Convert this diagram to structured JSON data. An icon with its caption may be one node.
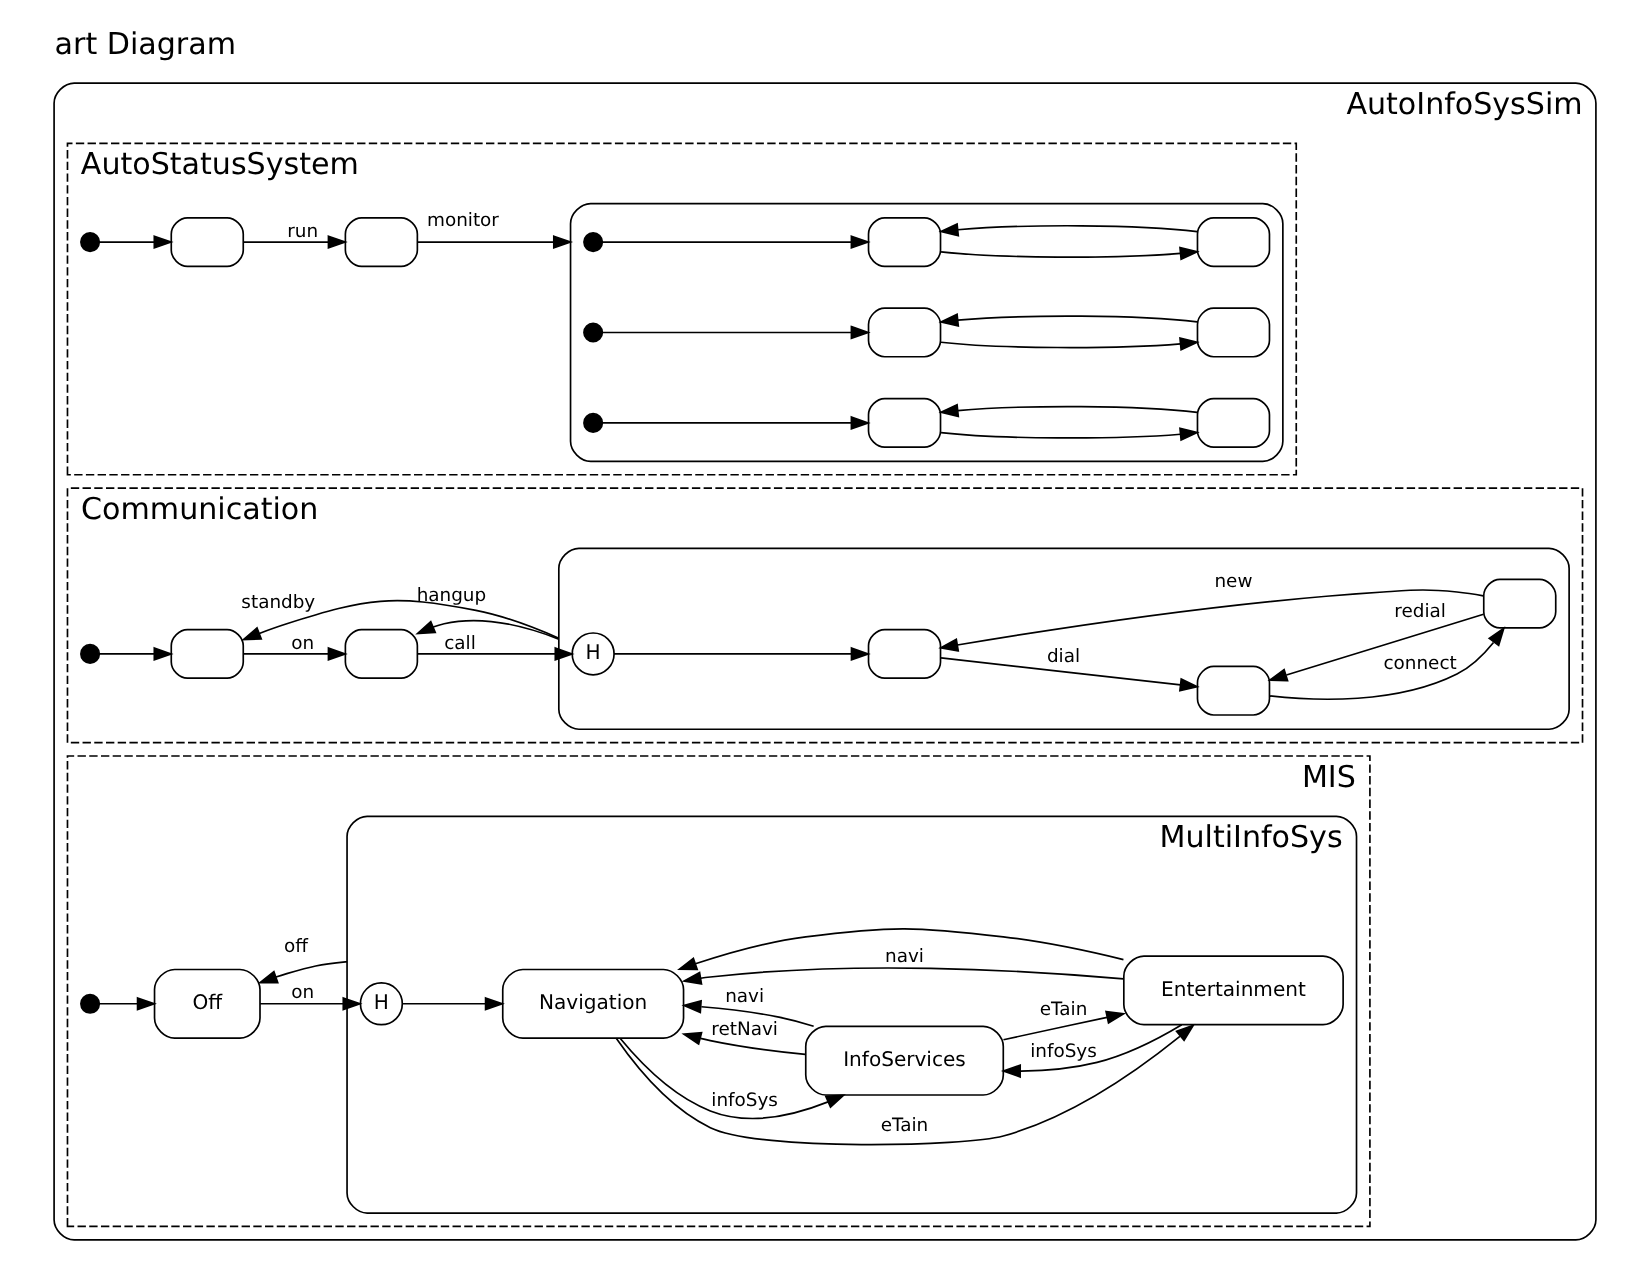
{
  "diagram": {
    "title": "art Diagram",
    "nodes": [
      {
        "text": [
          "AutoInfoSysSim"
        ]
      },
      {
        "text": [
          "AutoStatusSystem"
        ],
        "in": 0
      },
      {
        "text": [],
        "shape": "circle",
        "in": 1
      },
      {
        "text": [],
        "shape": "box",
        "in": 1
      },
      {
        "text": [],
        "shape": "box",
        "in": 1
      },
      {
        "text": [],
        "shape": "box",
        "in": 1
      },
      {
        "text": [],
        "shape": "circle",
        "in": 5
      },
      {
        "text": [],
        "shape": "box",
        "in": 5
      },
      {
        "text": [],
        "shape": "box",
        "in": 5
      },
      {
        "text": [],
        "shape": "circle",
        "in": 5
      },
      {
        "text": [],
        "shape": "box",
        "in": 5
      },
      {
        "text": [],
        "shape": "box",
        "in": 5
      },
      {
        "text": [],
        "shape": "circle",
        "in": 5
      },
      {
        "text": [],
        "shape": "box",
        "in": 5
      },
      {
        "text": [],
        "shape": "box",
        "in": 5
      },
      {
        "text": [
          "Communication"
        ],
        "in": 0
      },
      {
        "text": [],
        "shape": "circle",
        "in": 15
      },
      {
        "text": [],
        "shape": "box",
        "in": 15
      },
      {
        "text": [],
        "shape": "box",
        "in": 15
      },
      {
        "text": [],
        "shape": "box",
        "in": 15
      },
      {
        "text": [
          "H"
        ],
        "in": 19
      },
      {
        "text": [],
        "shape": "box",
        "in": 19
      },
      {
        "text": [],
        "shape": "box",
        "in": 19
      },
      {
        "text": [],
        "shape": "box",
        "in": 19
      },
      {
        "text": [
          "MIS"
        ],
        "in": 0
      },
      {
        "text": [],
        "shape": "circle",
        "in": 24
      },
      {
        "text": [
          "Off"
        ],
        "in": 24
      },
      {
        "text": [
          "MultiInfoSys"
        ],
        "in": 24
      },
      {
        "text": [
          "Navigation"
        ],
        "in": 27
      },
      {
        "text": [
          "InfoServices"
        ],
        "in": 27
      },
      {
        "text": [
          "H"
        ],
        "in": 27
      },
      {
        "text": [
          "Entertainment"
        ],
        "in": 27
      }
    ],
    "edges": [
      {
        "from": 2,
        "to": 3,
        "arrow": "to"
      },
      {
        "from": 3,
        "to": 4,
        "arrow": "to",
        "label": "run"
      },
      {
        "from": 4,
        "to": 5,
        "arrow": "to",
        "label": "monitor"
      },
      {
        "from": 6,
        "to": 7,
        "arrow": "to"
      },
      {
        "from": 7,
        "to": 8,
        "arrow": "to"
      },
      {
        "from": 8,
        "to": 7,
        "arrow": "to"
      },
      {
        "from": 9,
        "to": 10,
        "arrow": "to"
      },
      {
        "from": 10,
        "to": 11,
        "arrow": "to"
      },
      {
        "from": 11,
        "to": 10,
        "arrow": "to"
      },
      {
        "from": 12,
        "to": 13,
        "arrow": "to"
      },
      {
        "from": 13,
        "to": 14,
        "arrow": "to"
      },
      {
        "from": 14,
        "to": 13,
        "arrow": "to"
      },
      {
        "from": 16,
        "to": 17,
        "arrow": "to"
      },
      {
        "from": 17,
        "to": 18,
        "arrow": "to",
        "label": "on"
      },
      {
        "from": 18,
        "to": 20,
        "arrow": "to",
        "label": "call"
      },
      {
        "from": 19,
        "to": 18,
        "arrow": "to",
        "label": "hangup"
      },
      {
        "from": 19,
        "to": 17,
        "arrow": "to",
        "label": "standby"
      },
      {
        "from": 20,
        "to": 21,
        "arrow": "to"
      },
      {
        "from": 21,
        "to": 22,
        "arrow": "to",
        "label": "dial"
      },
      {
        "from": 23,
        "to": 22,
        "arrow": "to",
        "label": "redial"
      },
      {
        "from": 23,
        "to": 21,
        "arrow": "to",
        "label": "new"
      },
      {
        "from": 22,
        "to": 23,
        "arrow": "to",
        "label": "connect"
      },
      {
        "from": 25,
        "to": 26,
        "arrow": "to"
      },
      {
        "from": 26,
        "to": 30,
        "arrow": "to",
        "label": "on"
      },
      {
        "from": 27,
        "to": 26,
        "arrow": "to",
        "label": "off"
      },
      {
        "from": 30,
        "to": 28,
        "arrow": "to"
      },
      {
        "from": 28,
        "to": 29,
        "arrow": "to",
        "label": "infoSys"
      },
      {
        "from": 29,
        "to": 28,
        "arrow": "to",
        "label": "retNavi"
      },
      {
        "from": 29,
        "to": 28,
        "arrow": "to",
        "label": "navi"
      },
      {
        "from": 28,
        "to": 31,
        "arrow": "to",
        "label": "eTain"
      },
      {
        "from": 31,
        "to": 28,
        "arrow": "to",
        "label": "navi"
      },
      {
        "from": 31,
        "to": 29,
        "arrow": "to",
        "label": "infoSys"
      },
      {
        "from": 29,
        "to": 31,
        "arrow": "to",
        "label": "eTain"
      },
      {
        "from": 31,
        "to": 28,
        "arrow": "to"
      }
    ]
  }
}
